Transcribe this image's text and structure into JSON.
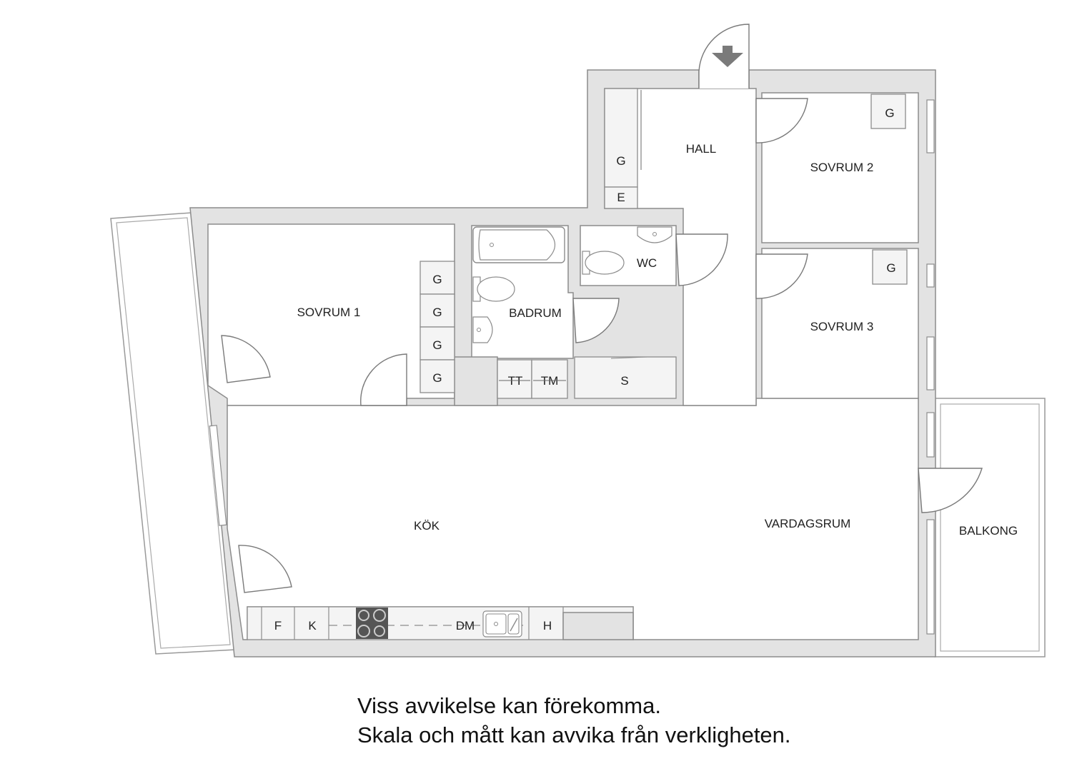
{
  "rooms": {
    "hall": "HALL",
    "sovrum1": "SOVRUM 1",
    "sovrum2": "SOVRUM 2",
    "sovrum3": "SOVRUM 3",
    "badrum": "BADRUM",
    "wc": "WC",
    "kok": "KÖK",
    "vardagsrum": "VARDAGSRUM",
    "balkong": "BALKONG"
  },
  "fixtures": {
    "garderob": "G",
    "el": "E",
    "tvattmaskin_tt": "TT",
    "tvattmaskin_tm": "TM",
    "stad": "S",
    "frys": "F",
    "kyl": "K",
    "diskmaskin": "DM",
    "hogskap": "H"
  },
  "disclaimer": {
    "line1": "Viss avvikelse kan förekomma.",
    "line2": "Skala och mått kan avvika från verkligheten."
  },
  "colors": {
    "wall_fill": "#e3e3e3",
    "outline": "#8c8c8c",
    "stove": "#555555"
  },
  "icons": {
    "entrance": "entrance-arrow-icon"
  }
}
